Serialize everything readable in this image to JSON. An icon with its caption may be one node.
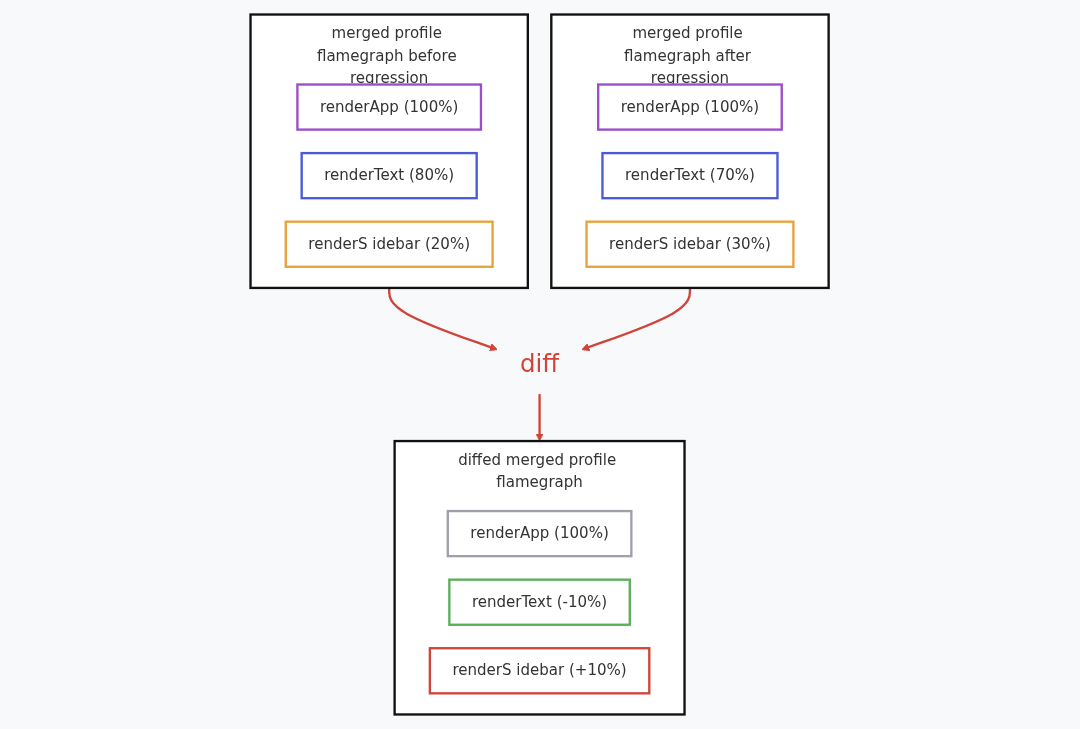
{
  "diagram": {
    "nodes": [
      {
        "text": [
          "merged profile flamegraph before regression"
        ]
      },
      {
        "text": [
          "renderApp (100%)"
        ],
        "in": 0
      },
      {
        "text": [
          "renderText (80%)"
        ],
        "in": 0
      },
      {
        "text": [
          "renderS idebar (20%)"
        ],
        "in": 0
      },
      {
        "text": [
          "merged profile flamegraph after regression"
        ]
      },
      {
        "text": [
          "renderApp (100%)"
        ],
        "in": 4
      },
      {
        "text": [
          "renderText (70%)"
        ],
        "in": 4
      },
      {
        "text": [
          "renderS idebar (30%)"
        ],
        "in": 4
      },
      {
        "text": [
          "diff"
        ]
      },
      {
        "text": [
          "diffed merged profile flamegraph"
        ]
      },
      {
        "text": [
          "renderApp (100%)"
        ],
        "in": 9
      },
      {
        "text": [
          "renderText (-10%)"
        ],
        "in": 9
      },
      {
        "text": [
          "renderS idebar (+10%)"
        ],
        "in": 9
      }
    ],
    "edges": [
      {
        "from": 0,
        "to": 8,
        "arrow": "to"
      },
      {
        "from": 4,
        "to": 8,
        "arrow": "to"
      },
      {
        "from": 8,
        "to": 9,
        "arrow": "to"
      }
    ]
  }
}
